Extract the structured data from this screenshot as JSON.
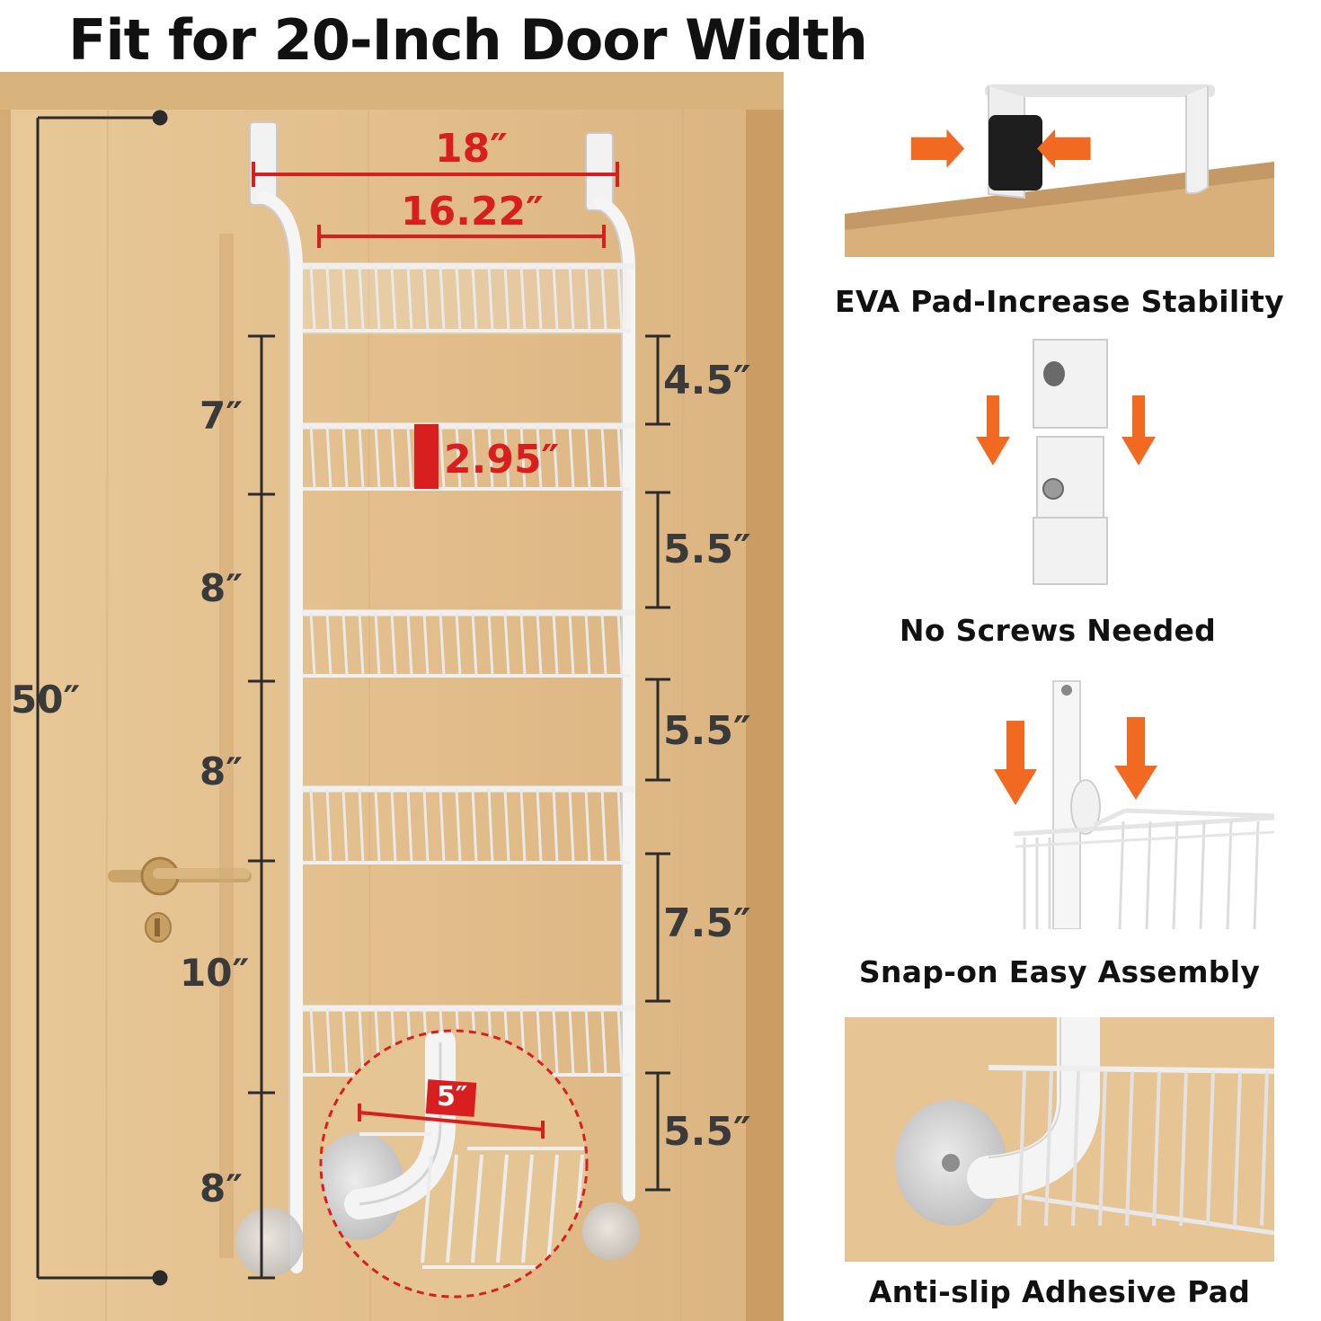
{
  "title": "Fit for 20-Inch Door Width",
  "dimensions": {
    "outer_width": "18″",
    "inner_width": "16.22″",
    "total_height": "50″",
    "shelf_depth": "2.95″",
    "hook_width": "5″",
    "left_spacings": [
      "7″",
      "8″",
      "8″",
      "10″",
      "8″"
    ],
    "right_spacings": [
      "4.5″",
      "5.5″",
      "5.5″",
      "7.5″",
      "5.5″"
    ]
  },
  "features": [
    {
      "icon": "eva-pad-icon",
      "caption": "EVA Pad-Increase Stability"
    },
    {
      "icon": "pole-connector-icon",
      "caption": "No Screws Needed"
    },
    {
      "icon": "snap-on-basket-icon",
      "caption": "Snap-on Easy Assembly"
    },
    {
      "icon": "adhesive-pad-icon",
      "caption": "Anti-slip Adhesive Pad"
    }
  ],
  "colors": {
    "door": "#e3c08f",
    "frame": "#d8b07a",
    "rack": "#f4f4f4",
    "dimension_red": "#d81e1e",
    "arrow_orange": "#f26a21"
  }
}
